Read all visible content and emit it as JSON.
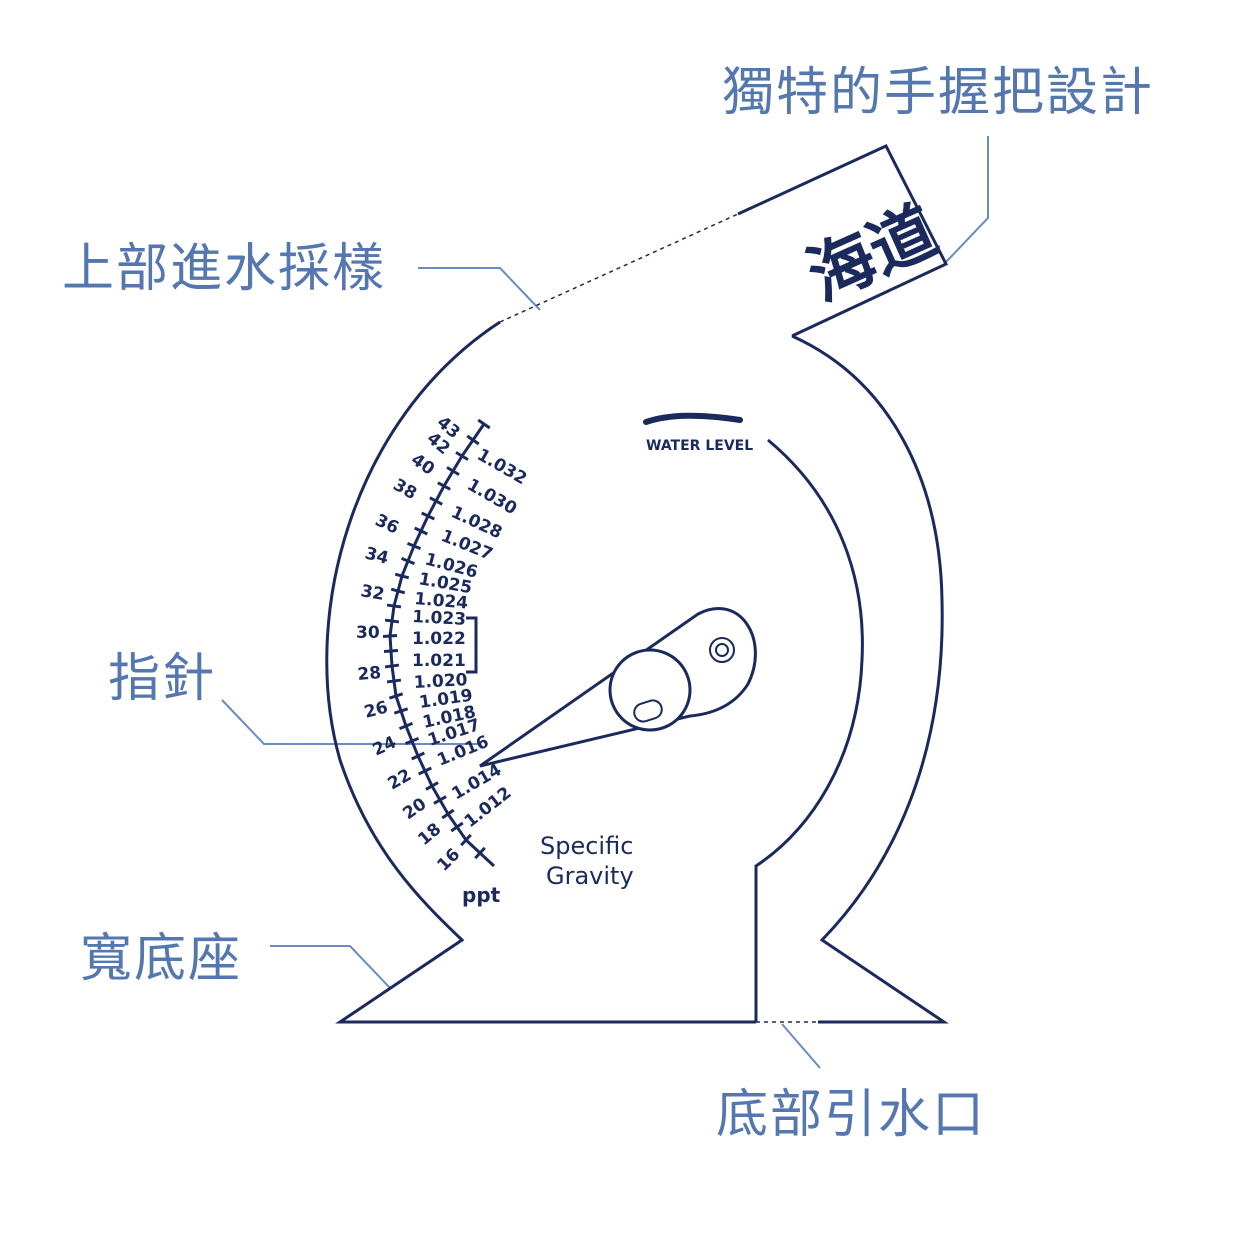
{
  "callouts": {
    "grip": "獨特的手握把設計",
    "top_intake": "上部進水採樣",
    "pointer": "指針",
    "base": "寬底座",
    "bottom_inlet": "底部引水口"
  },
  "device": {
    "brand_mark": "海道",
    "water_level": "WATER LEVEL",
    "gauge_title_line1": "Specific",
    "gauge_title_line2": "Gravity",
    "unit": "ppt",
    "ppt_labels": [
      "43",
      "42",
      "40",
      "38",
      "36",
      "34",
      "32",
      "30",
      "28",
      "26",
      "24",
      "22",
      "20",
      "18",
      "16"
    ],
    "sg_labels": [
      "1.032",
      "1.030",
      "1.028",
      "1.027",
      "1.026",
      "1.025",
      "1.024",
      "1.023",
      "1.022",
      "1.021",
      "1.020",
      "1.019",
      "1.018",
      "1.017",
      "1.016",
      "1.014",
      "1.012"
    ]
  },
  "colors": {
    "callout_text": "#5577b0",
    "device_ink": "#1b2a5c"
  }
}
